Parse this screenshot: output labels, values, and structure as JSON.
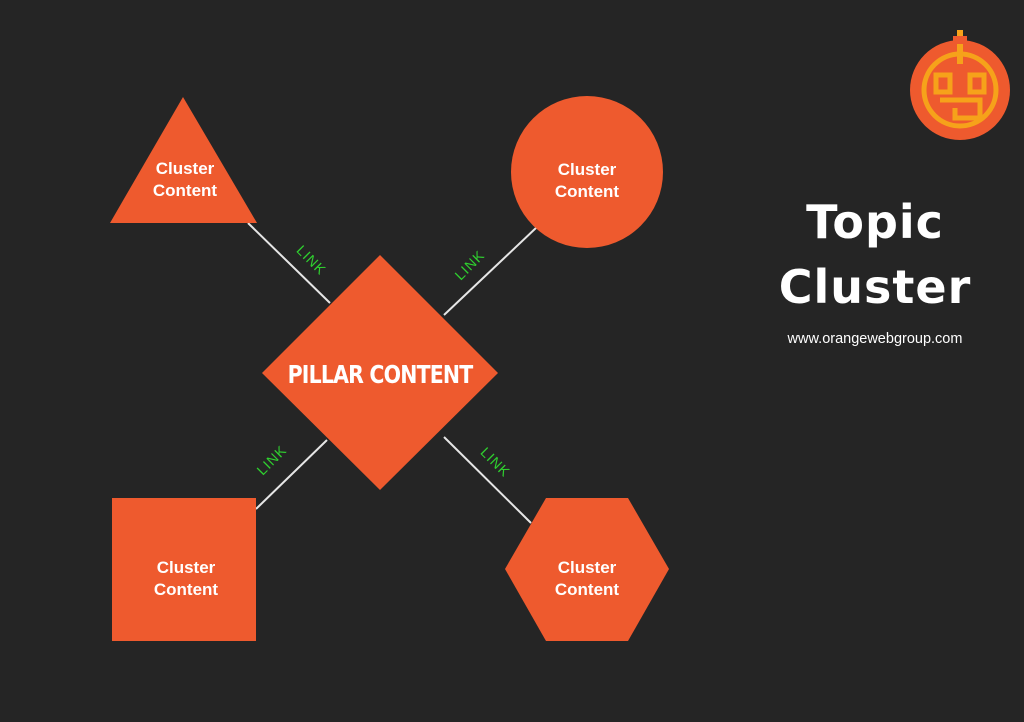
{
  "colors": {
    "background": "#252525",
    "shape": "#ee5a2e",
    "connector": "#e6e6e6",
    "link_text": "#2fd12f",
    "text": "#ffffff"
  },
  "title": {
    "line1": "Topic",
    "line2": "Cluster"
  },
  "website": "www.orangewebgroup.com",
  "logo": {
    "icon": "orange-web-group-logo-icon"
  },
  "pillar": {
    "label": "PILLAR CONTENT",
    "shape": "diamond"
  },
  "clusters": [
    {
      "shape": "triangle",
      "line1": "Cluster",
      "line2": "Content"
    },
    {
      "shape": "circle",
      "line1": "Cluster",
      "line2": "Content"
    },
    {
      "shape": "square",
      "line1": "Cluster",
      "line2": "Content"
    },
    {
      "shape": "hexagon",
      "line1": "Cluster",
      "line2": "Content"
    }
  ],
  "links": [
    "LINK",
    "LINK",
    "LINK",
    "LINK"
  ]
}
